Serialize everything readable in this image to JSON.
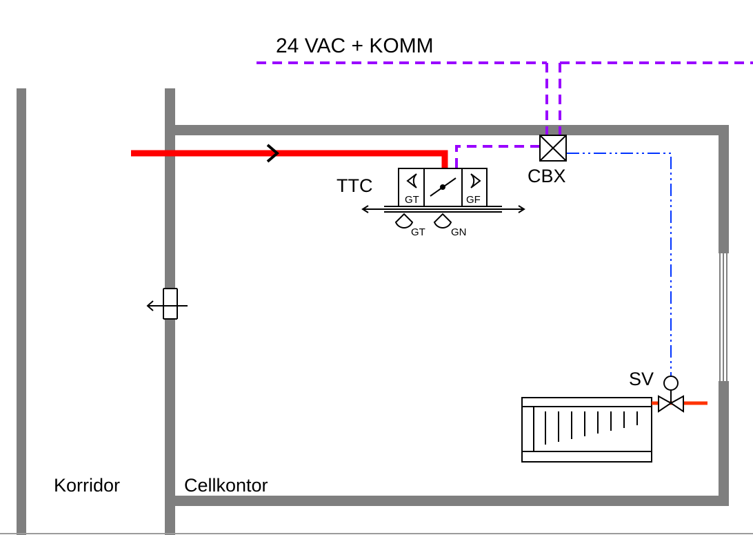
{
  "labels": {
    "bus": "24 VAC + KOMM",
    "ttc": "TTC",
    "cbx": "CBX",
    "sv": "SV",
    "korridor": "Korridor",
    "cellkontor": "Cellkontor",
    "gt_left": "GT",
    "gf": "GF",
    "gt_bottom": "GT",
    "gn": "GN"
  },
  "colors": {
    "wall": "#7f7f7f",
    "supply_air": "#ff0000",
    "power_comm": "#9900ff",
    "signal": "#0033ff",
    "heating_pipe": "#ff3300",
    "symbol": "#000000"
  }
}
